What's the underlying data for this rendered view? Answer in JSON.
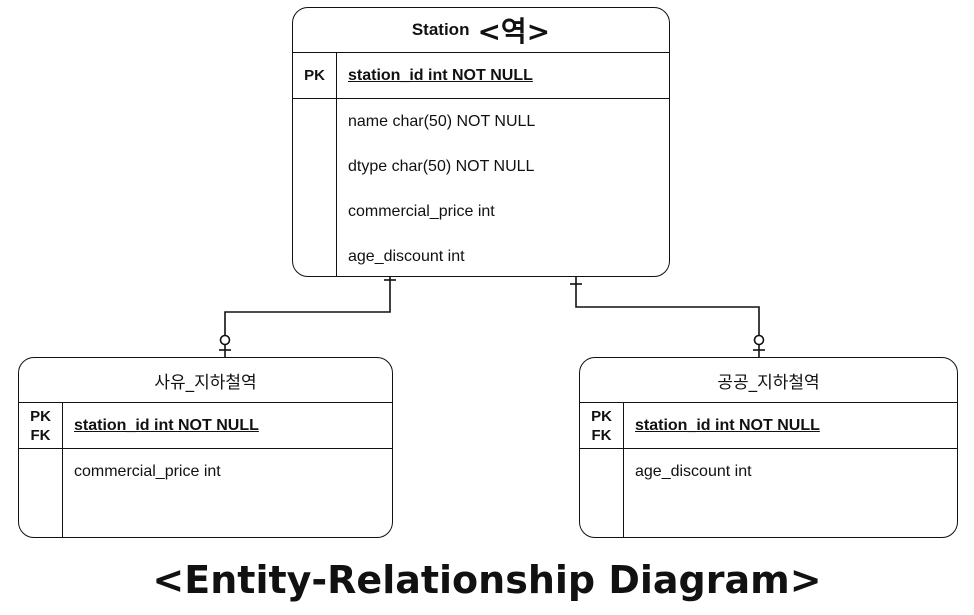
{
  "station": {
    "title": "Station",
    "title_ko": "<역>",
    "pk_label": "PK",
    "pk_field": "station_id int NOT NULL",
    "attributes": [
      "name char(50) NOT NULL",
      "dtype char(50) NOT NULL",
      "commercial_price int",
      "age_discount int"
    ]
  },
  "private_subway": {
    "title": "사유_지하철역",
    "pk_label": "PK",
    "fk_label": "FK",
    "pk_field": "station_id int NOT NULL",
    "attributes": [
      "commercial_price int"
    ]
  },
  "public_subway": {
    "title": "공공_지하철역",
    "pk_label": "PK",
    "fk_label": "FK",
    "pk_field": "station_id int NOT NULL",
    "attributes": [
      "age_discount int"
    ]
  },
  "caption": "<Entity-Relationship Diagram>"
}
